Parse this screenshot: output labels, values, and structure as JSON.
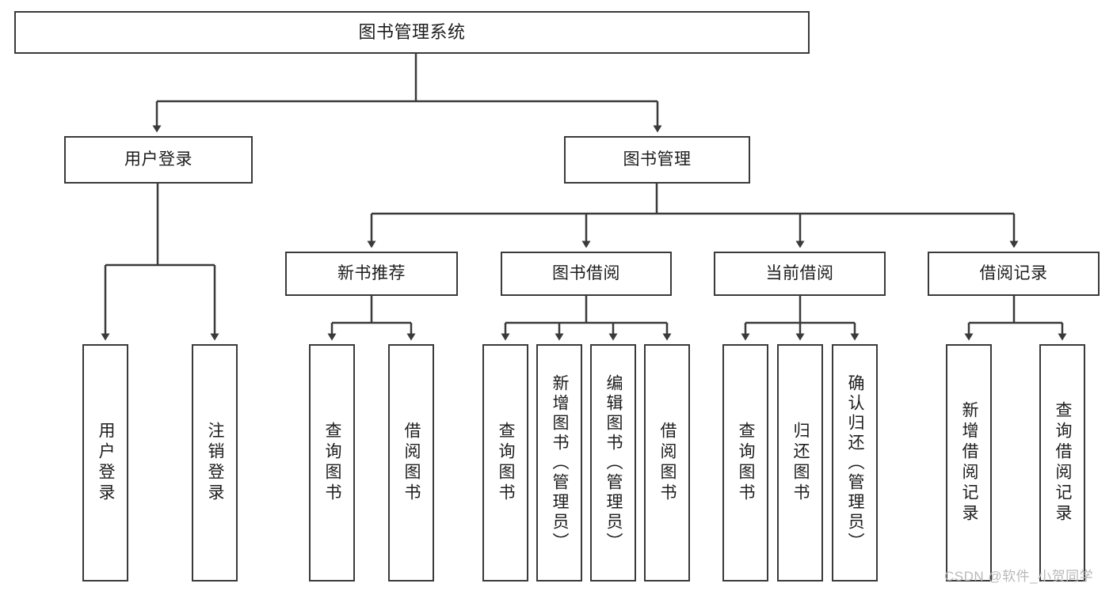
{
  "diagram": {
    "title": "图书管理系统",
    "watermark": "CSDN @软件_小贺同学",
    "line_color": "#3a3a3a",
    "text_color": "#1d1d1d",
    "background": "#ffffff"
  },
  "nodes": {
    "root": {
      "label": "图书管理系统"
    },
    "level2": [
      {
        "label": "用户登录"
      },
      {
        "label": "图书管理"
      }
    ],
    "level3": [
      {
        "label": "新书推荐"
      },
      {
        "label": "图书借阅"
      },
      {
        "label": "当前借阅"
      },
      {
        "label": "借阅记录"
      }
    ],
    "leaves_user_login": [
      {
        "label": "用户登录"
      },
      {
        "label": "注销登录"
      }
    ],
    "leaves_new_book": [
      {
        "label": "查询图书"
      },
      {
        "label": "借阅图书"
      }
    ],
    "leaves_borrow": [
      {
        "label": "查询图书"
      },
      {
        "label": "新增图书（管理员）"
      },
      {
        "label": "编辑图书（管理员）"
      },
      {
        "label": "借阅图书"
      }
    ],
    "leaves_current": [
      {
        "label": "查询图书"
      },
      {
        "label": "归还图书"
      },
      {
        "label": "确认归还（管理员）"
      }
    ],
    "leaves_records": [
      {
        "label": "新增借阅记录"
      },
      {
        "label": "查询借阅记录"
      }
    ]
  }
}
